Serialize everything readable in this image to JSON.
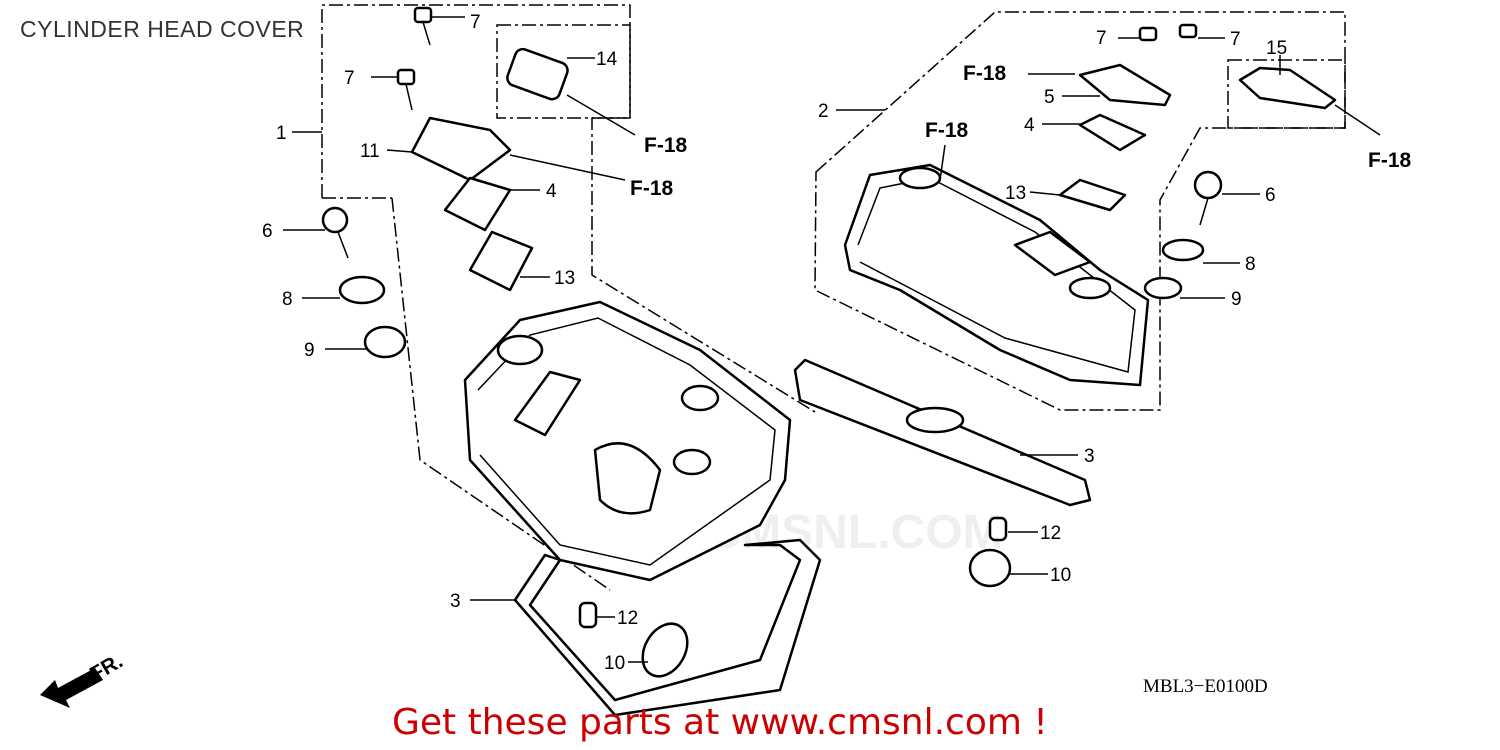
{
  "title": "CYLINDER HEAD COVER",
  "diagram_code": "MBL3−E0100D",
  "front_marker": "FR.",
  "watermark": "WWW.CMSNL.COM",
  "promo": "Get these parts at www.cmsnl.com !",
  "callouts": [
    "7",
    "7",
    "14",
    "1",
    "11",
    "4",
    "6",
    "13",
    "8",
    "9",
    "3",
    "12",
    "10",
    "7",
    "7",
    "15",
    "5",
    "2",
    "4",
    "13",
    "6",
    "8",
    "9",
    "3",
    "12",
    "10"
  ],
  "refs": [
    "F-18",
    "F-18",
    "F-18",
    "F-18",
    "F-18"
  ]
}
